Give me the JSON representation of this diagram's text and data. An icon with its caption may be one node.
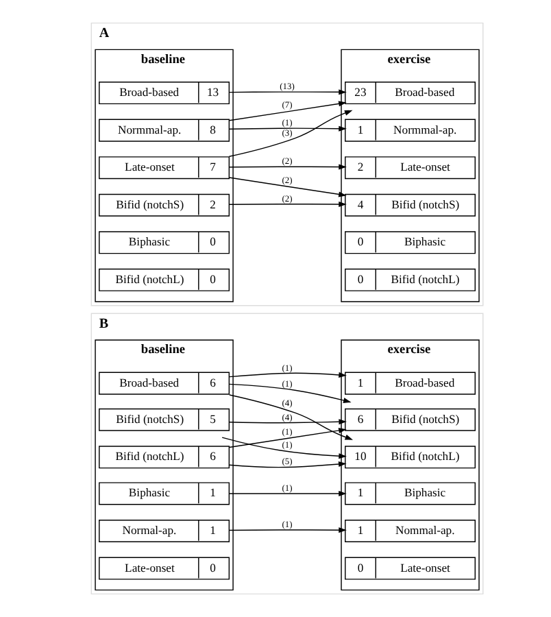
{
  "diagram": {
    "nodes": [
      {
        "text": [
          "A"
        ]
      },
      {
        "text": [
          "baseline"
        ],
        "in": 0
      },
      {
        "text": [
          "Broad-based",
          "13"
        ],
        "in": 1
      },
      {
        "text": [
          "Normmal-ap.",
          "8"
        ],
        "in": 1
      },
      {
        "text": [
          "Late-onset",
          "7"
        ],
        "in": 1
      },
      {
        "text": [
          "Bifid (notchS)",
          "2"
        ],
        "in": 1
      },
      {
        "text": [
          "Biphasic",
          "0"
        ],
        "in": 1
      },
      {
        "text": [
          "Bifid (notchL)",
          "0"
        ],
        "in": 1
      },
      {
        "text": [
          "exercise"
        ],
        "in": 0
      },
      {
        "text": [
          "23",
          "Broad-based"
        ],
        "in": 8
      },
      {
        "text": [
          "1",
          "Normmal-ap."
        ],
        "in": 8
      },
      {
        "text": [
          "2",
          "Late-onset"
        ],
        "in": 8
      },
      {
        "text": [
          "4",
          "Bifid (notchS)"
        ],
        "in": 8
      },
      {
        "text": [
          "0",
          "Biphasic"
        ],
        "in": 8
      },
      {
        "text": [
          "0",
          "Bifid (notchL)"
        ],
        "in": 8
      },
      {
        "text": [
          "B"
        ]
      },
      {
        "text": [
          "baseline"
        ],
        "in": 15
      },
      {
        "text": [
          "Broad-based",
          "6"
        ],
        "in": 16
      },
      {
        "text": [
          "Bifid (notchL)",
          "6"
        ],
        "in": 16
      },
      {
        "text": [
          "Bifid (notchS)",
          "5"
        ],
        "in": 16
      },
      {
        "text": [
          "Biphasic",
          "1"
        ],
        "in": 16
      },
      {
        "text": [
          "Normal-ap.",
          "1"
        ],
        "in": 16
      },
      {
        "text": [
          "Late-onset",
          "0"
        ],
        "in": 16
      },
      {
        "text": [
          "exercise"
        ],
        "in": 15
      },
      {
        "text": [
          "1",
          "Broad-based"
        ],
        "in": 23
      },
      {
        "text": [
          "10",
          "Bifid (notchL)"
        ],
        "in": 23
      },
      {
        "text": [
          "6",
          "Bifid (notchS)"
        ],
        "in": 23
      },
      {
        "text": [
          "1",
          "Biphasic"
        ],
        "in": 23
      },
      {
        "text": [
          "1",
          "Nommal-ap."
        ],
        "in": 23
      },
      {
        "text": [
          "0",
          "Late-onset"
        ],
        "in": 23
      }
    ],
    "edges": [
      {
        "from": 2,
        "to": 9,
        "arrow": "to",
        "label": "(13)"
      },
      {
        "from": 3,
        "to": 9,
        "arrow": "to",
        "label": "(7)"
      },
      {
        "from": 3,
        "to": 10,
        "arrow": "to",
        "label": "(1)"
      },
      {
        "from": 4,
        "to": 9,
        "arrow": "to",
        "label": "(3)"
      },
      {
        "from": 4,
        "to": 11,
        "arrow": "to",
        "label": "(2)"
      },
      {
        "from": 4,
        "to": 12,
        "arrow": "to",
        "label": "(2)"
      },
      {
        "from": 5,
        "to": 12,
        "arrow": "to",
        "label": "(2)"
      },
      {
        "from": 17,
        "to": 24,
        "arrow": "to",
        "label": "(1)"
      },
      {
        "from": 17,
        "to": 25,
        "arrow": "to",
        "label": "(4)"
      },
      {
        "from": 17,
        "to": 26,
        "arrow": "to",
        "label": "(1)"
      },
      {
        "from": 18,
        "to": 25,
        "arrow": "to",
        "label": "(5)"
      },
      {
        "from": 18,
        "to": 26,
        "arrow": "to",
        "label": "(1)"
      },
      {
        "from": 19,
        "to": 25,
        "arrow": "to",
        "label": "(1)"
      },
      {
        "from": 19,
        "to": 26,
        "arrow": "to",
        "label": "(4)"
      },
      {
        "from": 20,
        "to": 27,
        "arrow": "to",
        "label": "(1)"
      },
      {
        "from": 21,
        "to": 28,
        "arrow": "to",
        "label": "(1)"
      }
    ]
  }
}
